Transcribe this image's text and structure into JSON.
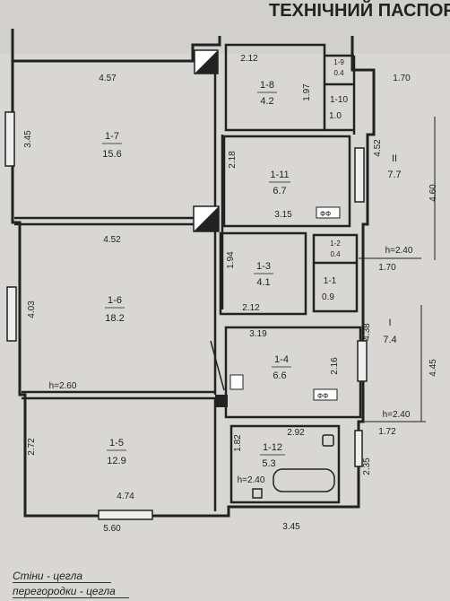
{
  "header_text": "ТЕХНІЧНИЙ ПАСПОРТ",
  "rooms": [
    {
      "id": "1-7",
      "area": "15.6"
    },
    {
      "id": "1-6",
      "area": "18.2"
    },
    {
      "id": "1-5",
      "area": "12.9"
    },
    {
      "id": "1-8",
      "area": "4.2"
    },
    {
      "id": "1-9",
      "area": "0.4"
    },
    {
      "id": "1-10",
      "area": "1.0"
    },
    {
      "id": "1-11",
      "area": "6.7"
    },
    {
      "id": "1-3",
      "area": "4.1"
    },
    {
      "id": "1-2",
      "area": "0.4"
    },
    {
      "id": "1-1",
      "area": "0.9"
    },
    {
      "id": "1-4",
      "area": "6.6"
    },
    {
      "id": "1-12",
      "area": "5.3"
    },
    {
      "id": "II",
      "area": "7.7"
    },
    {
      "id": "I",
      "area": "7.4"
    }
  ],
  "dimensions": [
    "4.57",
    "3.45",
    "4.52",
    "4.03",
    "2.12",
    "1.97",
    "2.18",
    "3.15",
    "1.94",
    "2.12",
    "1.70",
    "4.52",
    "4.60",
    "1.70",
    "3.19",
    "2.16",
    "4.38",
    "4.45",
    "2.72",
    "4.74",
    "5.60",
    "3.45",
    "2.92",
    "1.82",
    "2.35",
    "1.72"
  ],
  "heights": [
    "h=2.60",
    "h=2.40",
    "h=2.40",
    "h=2.40"
  ],
  "legend": {
    "walls": "Стіни  -  цегла",
    "partitions": "перегородки  -  цегла"
  }
}
